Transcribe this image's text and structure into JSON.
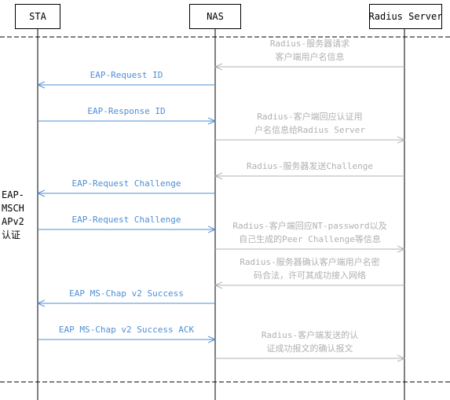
{
  "participants": [
    "STA",
    "NAS",
    "Radius Server"
  ],
  "side_label": "EAP-\nMSCH\nAPv2\n认证",
  "messages": [
    {
      "from": 2,
      "to": 1,
      "text": "Radius-服务器请求\n客户端用户名信息",
      "color": "gray"
    },
    {
      "from": 1,
      "to": 0,
      "text": "EAP-Request ID",
      "color": "blue"
    },
    {
      "from": 0,
      "to": 1,
      "text": "EAP-Response ID",
      "color": "blue"
    },
    {
      "from": 1,
      "to": 2,
      "text": "Radius-客户端回应认证用\n户名信息给Radius Server",
      "color": "gray"
    },
    {
      "from": 2,
      "to": 1,
      "text": "Radius-服务器发送Challenge",
      "color": "gray"
    },
    {
      "from": 1,
      "to": 0,
      "text": "EAP-Request Challenge",
      "color": "blue"
    },
    {
      "from": 0,
      "to": 1,
      "text": "EAP-Request Challenge",
      "color": "blue"
    },
    {
      "from": 1,
      "to": 2,
      "text": "Radius-客户端回应NT-password以及\n自己生成的Peer Challenge等信息",
      "color": "gray"
    },
    {
      "from": 2,
      "to": 1,
      "text": "Radius-服务器确认客户端用户名密\n码合法，许可其成功接入网络",
      "color": "gray"
    },
    {
      "from": 1,
      "to": 0,
      "text": "EAP MS-Chap v2 Success",
      "color": "blue"
    },
    {
      "from": 0,
      "to": 1,
      "text": "EAP MS-Chap v2 Success ACK",
      "color": "blue"
    },
    {
      "from": 1,
      "to": 2,
      "text": "Radius-客户端发送的认\n证成功报文的确认报文",
      "color": "gray"
    }
  ],
  "colors": {
    "blue": "#4d8fd6",
    "gray": "#b0b0b0",
    "line": "#000000"
  }
}
